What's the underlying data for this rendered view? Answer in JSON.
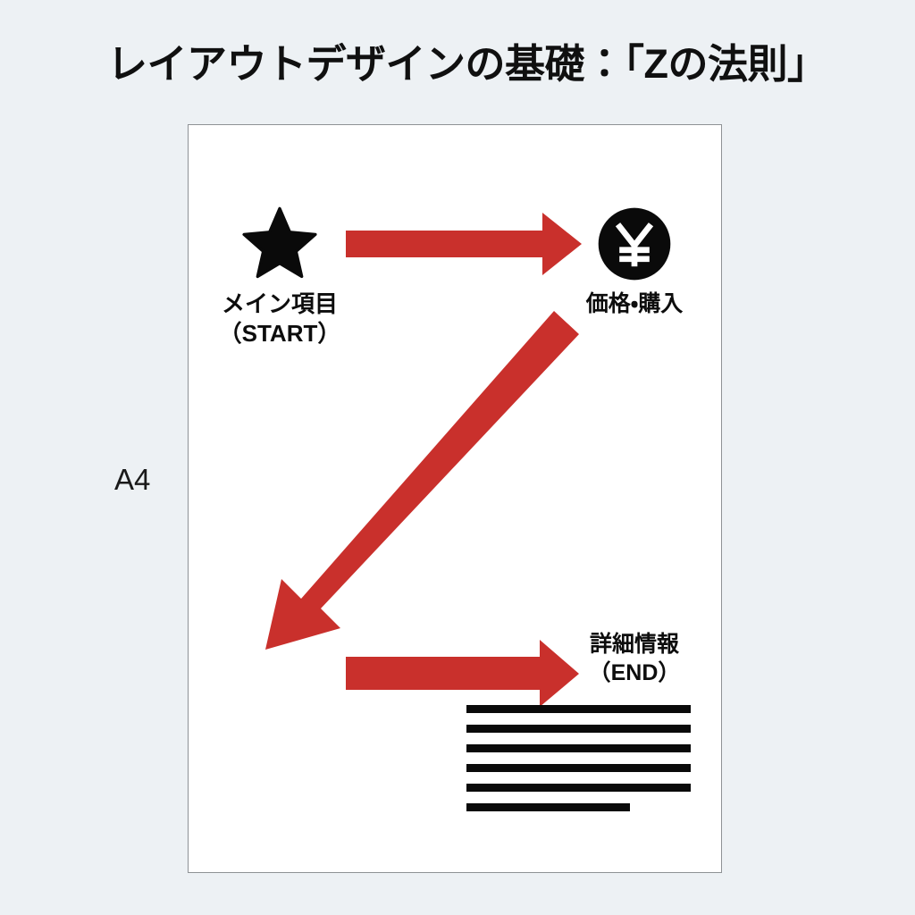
{
  "page": {
    "title": "レイアウトデザインの基礎：「Zの法則」",
    "background_color": "#EDF1F4",
    "sheet_label": "A4"
  },
  "sheet": {
    "name": "A4 paper mockup",
    "background_color": "#FFFFFF",
    "border_color": "#8E9295"
  },
  "diagram": {
    "accent_color": "#C9302C",
    "ink_color": "#0D0D0D",
    "nodes": [
      {
        "id": "start",
        "icon": "star-icon",
        "label": "メイン項目\n（START）",
        "position": "top-left"
      },
      {
        "id": "price",
        "icon": "yen-circle-icon",
        "icon_glyph": "¥",
        "label": "価格・購入",
        "position": "top-right"
      },
      {
        "id": "end",
        "icon": "none",
        "label": "詳細情報\n（END）",
        "position": "bottom-right"
      }
    ],
    "arrows": [
      {
        "id": "arrow-top",
        "from": "start",
        "to": "price",
        "direction": "left-to-right",
        "color": "#C9302C"
      },
      {
        "id": "arrow-diagonal",
        "from": "price",
        "to": "bottom-left",
        "direction": "diagonal-down-left",
        "color": "#C9302C"
      },
      {
        "id": "arrow-bottom",
        "from": "bottom-left",
        "to": "end",
        "direction": "left-to-right",
        "color": "#C9302C"
      }
    ],
    "body_text_bars": {
      "count": 6,
      "last_bar_width_percent": 73,
      "color": "#0A0A0A"
    }
  }
}
